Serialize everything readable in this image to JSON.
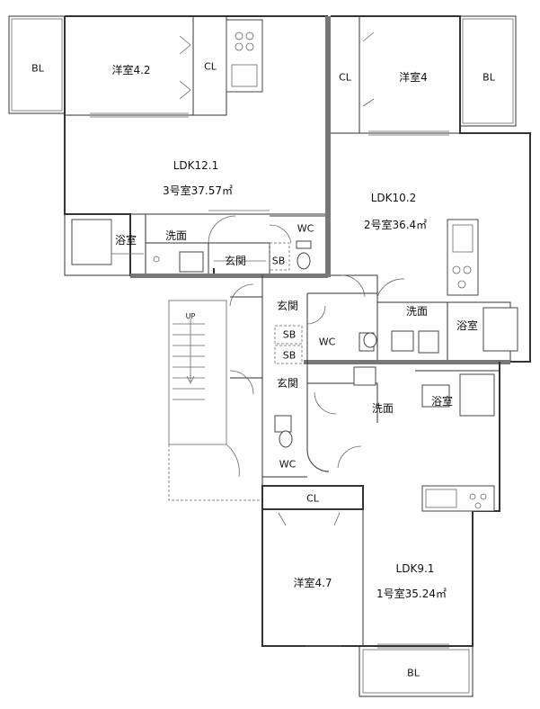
{
  "unit3": {
    "balcony": "BL",
    "room": "洋室4.2",
    "closet": "CL",
    "ldk": "LDK12.1",
    "unit_area": "3号室37.57㎡",
    "bath": "浴室",
    "washroom": "洗面",
    "entrance": "玄関",
    "shoe_box": "SB",
    "toilet": "WC"
  },
  "unit2": {
    "closet": "CL",
    "room": "洋室4",
    "balcony": "BL",
    "ldk": "LDK10.2",
    "unit_area": "2号室36.4㎡",
    "entrance": "玄関",
    "washroom": "洗面",
    "bath": "浴室",
    "toilet": "WC",
    "shoe_box": "SB"
  },
  "unit1": {
    "shoe_box": "SB",
    "entrance": "玄関",
    "washroom": "洗面",
    "bath": "浴室",
    "toilet": "WC",
    "closet": "CL",
    "room": "洋室4.7",
    "ldk": "LDK9.1",
    "unit_area": "1号室35.24㎡",
    "balcony": "BL"
  },
  "stairs": {
    "up_label": "UP"
  }
}
